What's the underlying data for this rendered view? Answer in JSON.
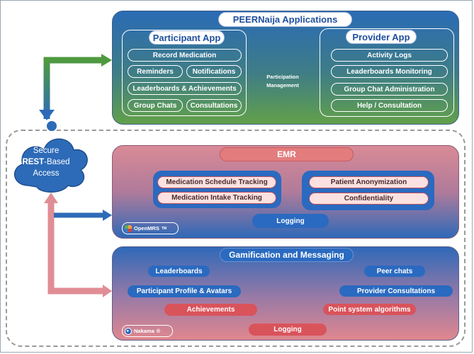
{
  "peernaija": {
    "title": "PEERNaija Applications",
    "participant_app": {
      "title": "Participant App",
      "items": [
        "Record Medication",
        "Reminders",
        "Notifications",
        "Leaderboards & Achievements",
        "Group Chats",
        "Consultations"
      ]
    },
    "link_label_1": "Participation",
    "link_label_2": "Management",
    "provider_app": {
      "title": "Provider App",
      "items": [
        "Activity Logs",
        "Leaderboards Monitoring",
        "Group Chat Administration",
        "Help / Consultation"
      ]
    }
  },
  "cloud": {
    "line1": "Secure",
    "line2_bold": "REST",
    "line2_rest": "-Based",
    "line3": "Access"
  },
  "emr": {
    "title": "EMR",
    "left_items": [
      "Medication Schedule Tracking",
      "Medication Intake Tracking"
    ],
    "right_items": [
      "Patient Anonymization",
      "Confidentiality"
    ],
    "logging": "Logging",
    "platform": "OpenMRS",
    "platform_mark": "TM"
  },
  "gamification": {
    "title": "Gamification and Messaging",
    "items": {
      "leaderboards": "Leaderboards",
      "profile": "Participant Profile & Avatars",
      "achievements": "Achievements",
      "peer_chats": "Peer chats",
      "provider_consult": "Provider Consultations",
      "points": "Point system algorithms"
    },
    "logging": "Logging",
    "platform": "Nakama",
    "platform_mark": "®"
  },
  "colors": {
    "green": "#4f9a3f",
    "blue": "#2d6bb8",
    "red_arrow": "#e08d95",
    "android": "#78c257"
  },
  "icons": [
    "android-icon",
    "openmrs-logo-icon",
    "nakama-logo-icon",
    "cloud-icon",
    "hub-sphere-icon"
  ]
}
